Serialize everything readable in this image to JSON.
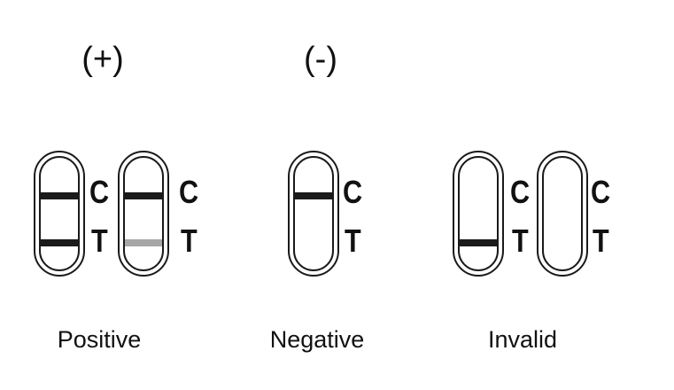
{
  "groups": [
    {
      "sign": "(+)",
      "caption": "Positive"
    },
    {
      "sign": "(-)",
      "caption": "Negative"
    },
    {
      "sign": "",
      "caption": "Invalid"
    }
  ],
  "markers": {
    "control": "C",
    "test": "T"
  },
  "strips": [
    {
      "group": "Positive",
      "control_line": "dark",
      "test_line": "dark"
    },
    {
      "group": "Positive",
      "control_line": "dark",
      "test_line": "faint"
    },
    {
      "group": "Negative",
      "control_line": "dark",
      "test_line": "none"
    },
    {
      "group": "Invalid",
      "control_line": "none",
      "test_line": "dark"
    },
    {
      "group": "Invalid",
      "control_line": "none",
      "test_line": "none"
    }
  ],
  "colors": {
    "dark_line": "#1a1a1a",
    "faint_line": "#a6a6a6",
    "outline": "#1a1a1a"
  }
}
